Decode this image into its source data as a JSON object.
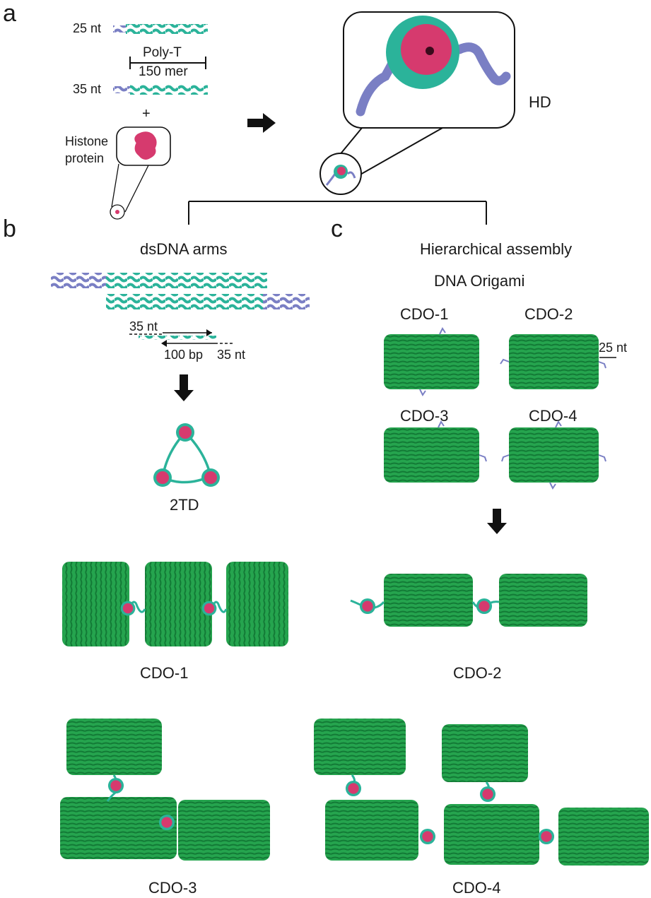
{
  "panels": {
    "a": "a",
    "b": "b",
    "c": "c"
  },
  "panel_a": {
    "strand_25": "25 nt",
    "strand_35": "35 nt",
    "polyT": "Poly-T",
    "mer": "150 mer",
    "plus": "+",
    "histone_1": "Histone",
    "histone_2": "protein",
    "hd": "HD"
  },
  "panel_b": {
    "title": "dsDNA arms",
    "nt_top": "35 nt",
    "bp": "100 bp",
    "nt_bottom": "35 nt",
    "td": "2TD"
  },
  "panel_c": {
    "title": "Hierarchical assembly",
    "subtitle": "DNA Origami",
    "cdo1": "CDO-1",
    "cdo2": "CDO-2",
    "cdo3": "CDO-3",
    "cdo4": "CDO-4",
    "nt25": "25 nt"
  },
  "bottom": {
    "cdo1": "CDO-1",
    "cdo2": "CDO-2",
    "cdo3": "CDO-3",
    "cdo4": "CDO-4"
  },
  "colors": {
    "dna_teal": "#2bb39a",
    "dna_purple": "#7a7fc4",
    "histone_pink": "#d63a6e",
    "origami_green": "#22a04a",
    "origami_dark": "#13793a"
  }
}
